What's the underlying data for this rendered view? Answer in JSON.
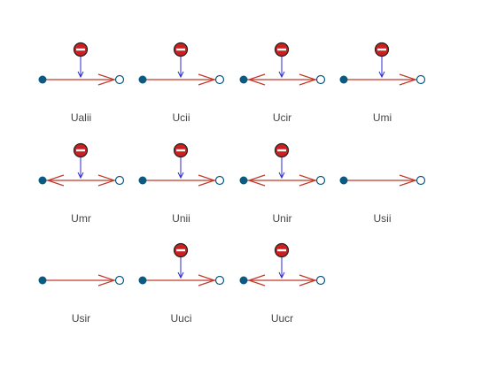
{
  "colors": {
    "edge": "#c0392b",
    "source_node": "#0b5a82",
    "target_stroke": "#0b5a82",
    "target_fill": "#ffffff",
    "inhibitor_fill": "#cc1f1f",
    "inhibitor_stroke": "#222222",
    "inhibitor_bar": "#ffffff",
    "inhibit_arrow": "#2a2ad6",
    "label": "#444444"
  },
  "glyphs": [
    {
      "label": "Ualii",
      "inhibitor": true,
      "double_head": false
    },
    {
      "label": "Ucii",
      "inhibitor": true,
      "double_head": false
    },
    {
      "label": "Ucir",
      "inhibitor": true,
      "double_head": true
    },
    {
      "label": "Umi",
      "inhibitor": true,
      "double_head": false
    },
    {
      "label": "Umr",
      "inhibitor": true,
      "double_head": true
    },
    {
      "label": "Unii",
      "inhibitor": true,
      "double_head": false
    },
    {
      "label": "Unir",
      "inhibitor": true,
      "double_head": true
    },
    {
      "label": "Usii",
      "inhibitor": false,
      "double_head": false
    },
    {
      "label": "Usir",
      "inhibitor": false,
      "double_head": false
    },
    {
      "label": "Uuci",
      "inhibitor": true,
      "double_head": false
    },
    {
      "label": "Uucr",
      "inhibitor": true,
      "double_head": true
    }
  ]
}
